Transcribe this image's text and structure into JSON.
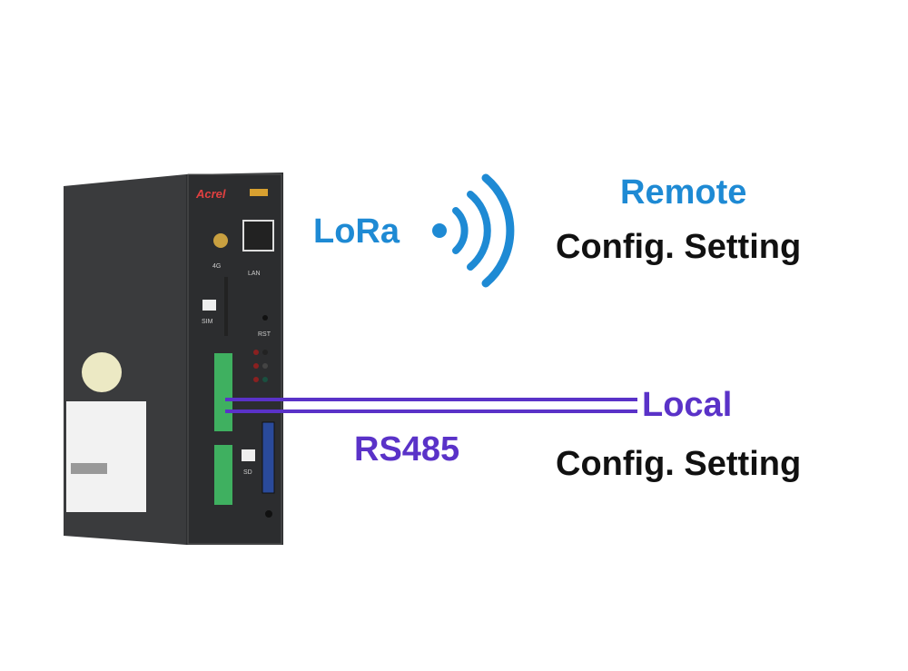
{
  "labels": {
    "remote": "Remote",
    "remote_setting": "Config. Setting",
    "lora": "LoRa",
    "local": "Local",
    "rs485": "RS485",
    "local_setting": "Config. Setting"
  },
  "device": {
    "brand": "Acrel",
    "ports": [
      "4G",
      "LAN",
      "SIM",
      "RST",
      "SD"
    ]
  },
  "colors": {
    "remote": "#1e8ad4",
    "local": "#5a32c8",
    "device": "#3a3b3d"
  }
}
